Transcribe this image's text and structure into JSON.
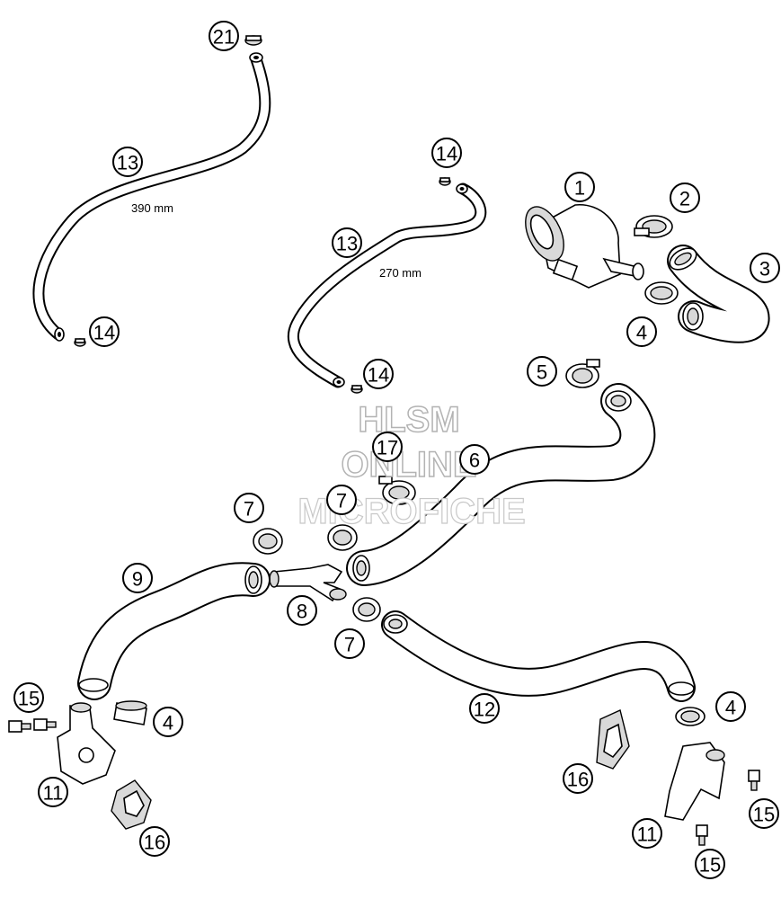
{
  "diagram": {
    "callouts": [
      {
        "id": "c21a",
        "label": "21"
      },
      {
        "id": "c13a",
        "label": "13"
      },
      {
        "id": "c14a",
        "label": "14"
      },
      {
        "id": "c14b",
        "label": "14"
      },
      {
        "id": "c13b",
        "label": "13"
      },
      {
        "id": "c14c",
        "label": "14"
      },
      {
        "id": "c1",
        "label": "1"
      },
      {
        "id": "c2",
        "label": "2"
      },
      {
        "id": "c3",
        "label": "3"
      },
      {
        "id": "c4a",
        "label": "4"
      },
      {
        "id": "c5",
        "label": "5"
      },
      {
        "id": "c17",
        "label": "17"
      },
      {
        "id": "c6",
        "label": "6"
      },
      {
        "id": "c7a",
        "label": "7"
      },
      {
        "id": "c7b",
        "label": "7"
      },
      {
        "id": "c7c",
        "label": "7"
      },
      {
        "id": "c9",
        "label": "9"
      },
      {
        "id": "c8",
        "label": "8"
      },
      {
        "id": "c15a",
        "label": "15"
      },
      {
        "id": "c4b",
        "label": "4"
      },
      {
        "id": "c11a",
        "label": "11"
      },
      {
        "id": "c16a",
        "label": "16"
      },
      {
        "id": "c12",
        "label": "12"
      },
      {
        "id": "c4c",
        "label": "4"
      },
      {
        "id": "c16b",
        "label": "16"
      },
      {
        "id": "c11b",
        "label": "11"
      },
      {
        "id": "c15b",
        "label": "15"
      },
      {
        "id": "c15c",
        "label": "15"
      }
    ],
    "dimensions": {
      "hose_long": "390 mm",
      "hose_short": "270 mm"
    }
  },
  "watermark": {
    "line1": "HLSM",
    "line2": "ONLINE",
    "line3": "MICROFICHE",
    "color": "#bfbfbf"
  }
}
